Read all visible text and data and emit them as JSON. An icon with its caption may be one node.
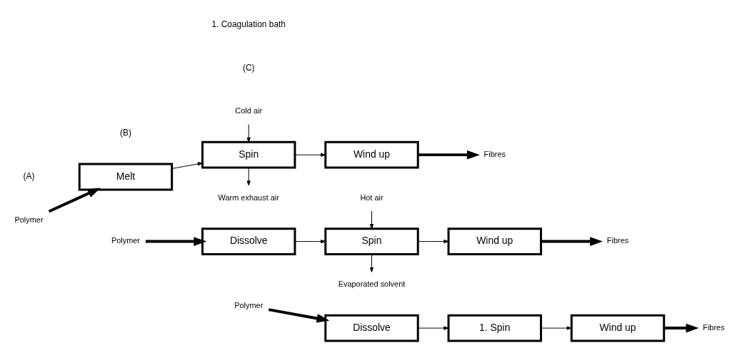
{
  "diagram": {
    "nodes": [
      {
        "text": [
          "Polymer"
        ]
      },
      {
        "text": [
          "Melt"
        ]
      },
      {
        "text": [
          "Warm exhaust air"
        ]
      },
      {
        "text": [
          "Spin"
        ]
      },
      {
        "text": [
          "Wind up"
        ]
      },
      {
        "text": [
          "Fibres"
        ]
      },
      {
        "text": [
          "Cold air"
        ]
      },
      {
        "text": [
          "Polymer"
        ]
      },
      {
        "text": [
          "Dissolve"
        ]
      },
      {
        "text": [
          "Evaporated solvent"
        ]
      },
      {
        "text": [
          "Spin"
        ]
      },
      {
        "text": [
          "Wind up"
        ]
      },
      {
        "text": [
          "Fibres"
        ]
      },
      {
        "text": [
          "Hot air"
        ]
      },
      {
        "text": [
          "Polymer"
        ]
      },
      {
        "text": [
          "Dissolve"
        ]
      },
      {
        "text": [
          "1. Spin"
        ]
      },
      {
        "text": [
          "Wind up"
        ]
      },
      {
        "text": [
          "Fibres"
        ]
      }
    ],
    "edges": [
      {
        "from": 0,
        "to": 1,
        "arrow": "to",
        "style": "thick"
      },
      {
        "from": 1,
        "to": 3,
        "arrow": "to"
      },
      {
        "from": 3,
        "to": 2,
        "arrow": "to"
      },
      {
        "from": 6,
        "to": 3,
        "arrow": "to"
      },
      {
        "from": 3,
        "to": 4,
        "arrow": "to"
      },
      {
        "from": 4,
        "to": 5,
        "arrow": "to",
        "style": "thick"
      },
      {
        "from": 7,
        "to": 8,
        "arrow": "to",
        "style": "thick"
      },
      {
        "from": 8,
        "to": 10,
        "arrow": "to"
      },
      {
        "from": 10,
        "to": 9,
        "arrow": "to"
      },
      {
        "from": 13,
        "to": 10,
        "arrow": "to"
      },
      {
        "from": 10,
        "to": 11,
        "arrow": "to"
      },
      {
        "from": 11,
        "to": 12,
        "arrow": "to",
        "style": "thick"
      },
      {
        "from": 14,
        "to": 15,
        "arrow": "to",
        "style": "thick"
      },
      {
        "from": 15,
        "to": 16,
        "arrow": "to"
      },
      {
        "from": 16,
        "to": 17,
        "arrow": "to"
      },
      {
        "from": 17,
        "to": 18,
        "arrow": "to",
        "style": "thick"
      }
    ],
    "labels": [
      "(A)",
      "(B)",
      "(C)",
      "1. Coagulation bath"
    ]
  }
}
